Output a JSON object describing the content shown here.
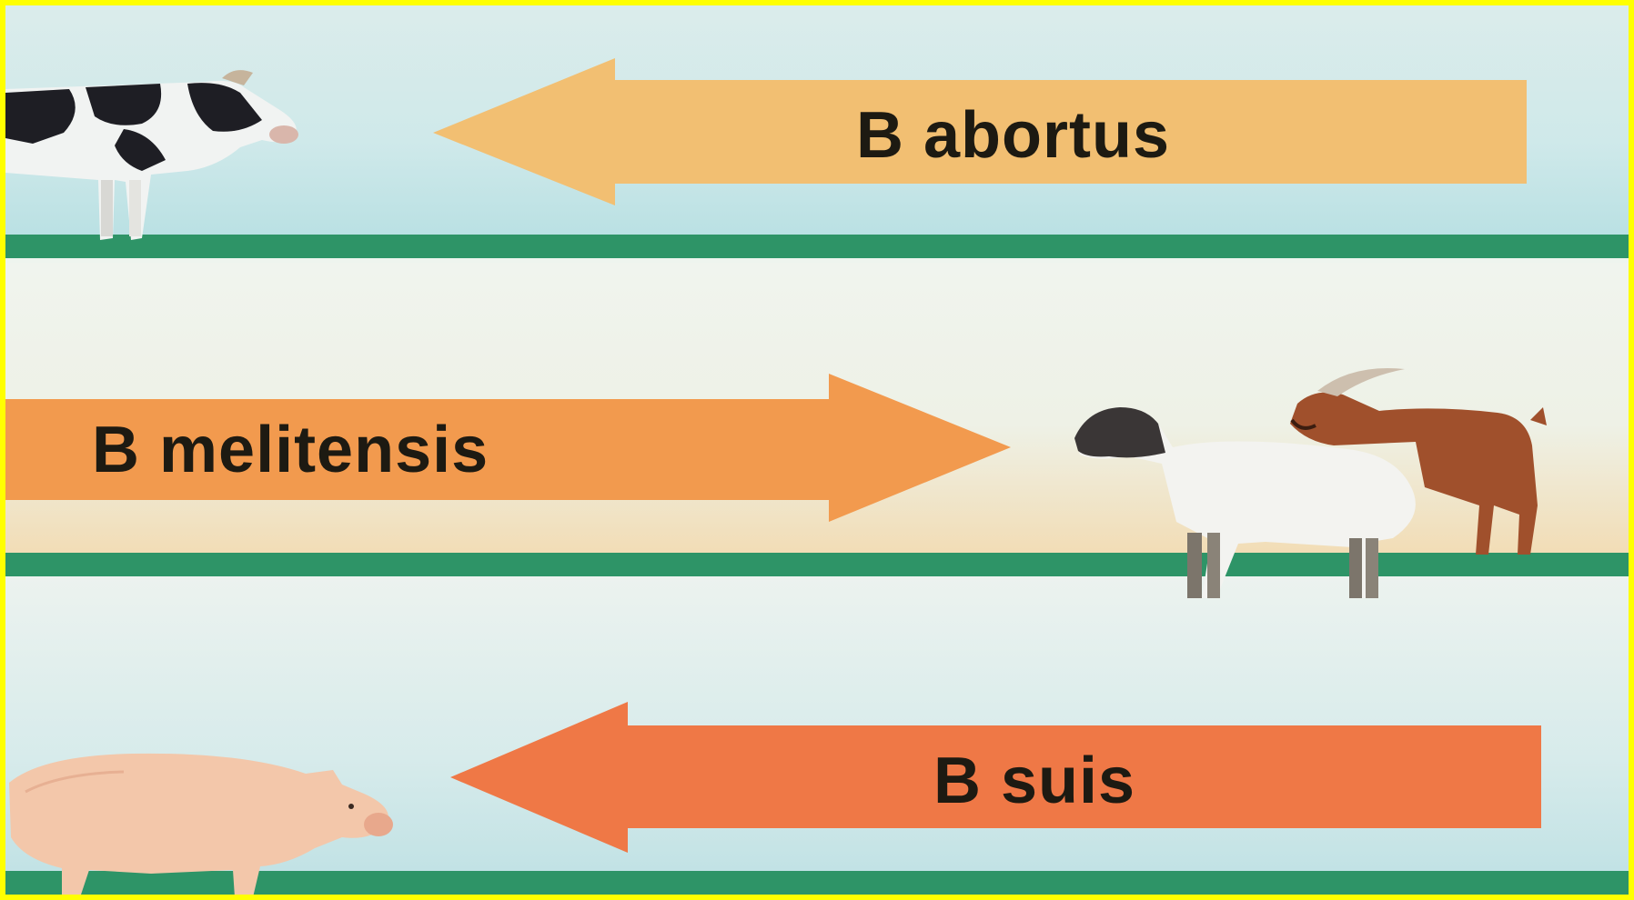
{
  "rows": [
    {
      "species_label": "B abortus",
      "direction": "left",
      "arrow_color": "#f2bf72",
      "host": "cow"
    },
    {
      "species_label": "B melitensis",
      "direction": "right",
      "arrow_color": "#f29a4e",
      "host": "sheep and goat"
    },
    {
      "species_label": "B suis",
      "direction": "left",
      "arrow_color": "#ef7846",
      "host": "pig"
    }
  ],
  "colors": {
    "border": "#ffff00",
    "rail": "#2e9467",
    "text": "#1d1a12"
  }
}
